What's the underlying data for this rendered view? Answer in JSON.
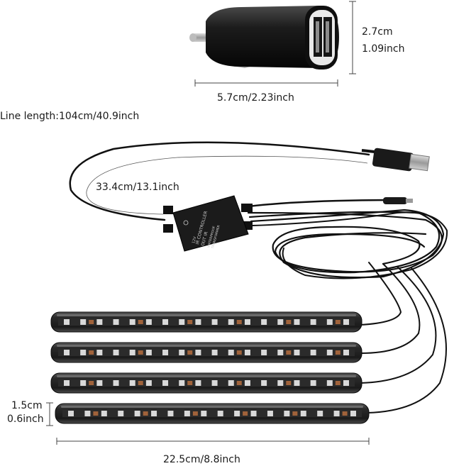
{
  "labels": {
    "charger_height_cm": "2.7cm",
    "charger_height_in": "1.09inch",
    "charger_width": "5.7cm/2.23inch",
    "line_length": "Line length:104cm/40.9inch",
    "usb_cable_length": "33.4cm/13.1inch",
    "strip_height_cm": "1.5cm",
    "strip_height_in": "0.6inch",
    "strip_length": "22.5cm/8.8inch"
  },
  "controller": {
    "text_lines": [
      "IR CONTROLLER",
      "OUT   IR",
      "WATERPROOF",
      "TRANSFORMER",
      "12V"
    ]
  },
  "led_strips": {
    "count": 4
  }
}
